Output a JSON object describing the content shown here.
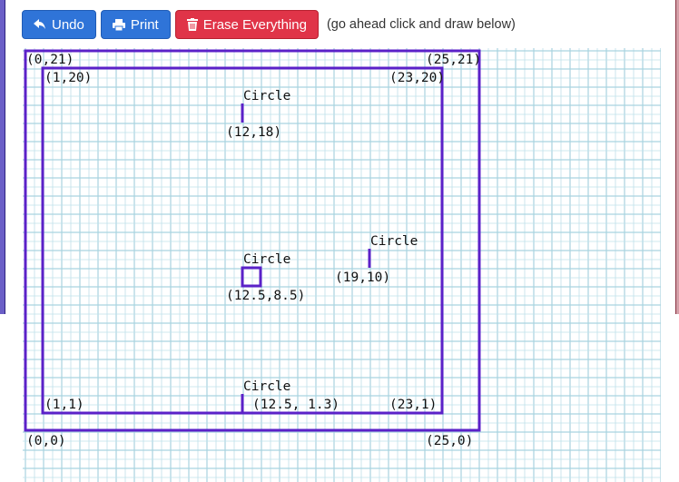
{
  "toolbar": {
    "undo_label": "Undo",
    "print_label": "Print",
    "erase_label": "Erase Everything",
    "hint": "(go ahead click and draw below)"
  },
  "colors": {
    "shape_stroke": "#5b21c8",
    "grid_minor": "#bfe0ea",
    "grid_major": "#a9d3e0",
    "blue_button": "#2f74d8",
    "red_button": "#e03448"
  },
  "canvas": {
    "labels": {
      "outer_top_left": "(0,21)",
      "outer_top_right": "(25,21)",
      "outer_bottom_left": "(0,0)",
      "outer_bottom_right": "(25,0)",
      "inner_top_left": "(1,20)",
      "inner_top_right": "(23,20)",
      "inner_bottom_left": "(1,1)",
      "inner_bottom_right": "(23,1)",
      "circle_top_name": "Circle",
      "circle_top_coord": "(12,18)",
      "circle_center_name": "Circle",
      "circle_center_coord": "(12.5,8.5)",
      "circle_right_name": "Circle",
      "circle_right_coord": "(19,10)",
      "circle_bottom_name": "Circle",
      "circle_bottom_coord": "(12.5, 1.3)"
    }
  }
}
